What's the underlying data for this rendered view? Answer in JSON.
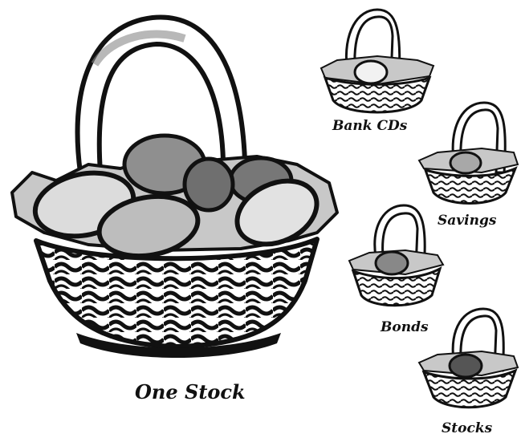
{
  "captions": {
    "big_basket": "One Stock",
    "basket_bank": "Bank CDs",
    "basket_savings": "Savings",
    "basket_bonds": "Bonds",
    "basket_stocks": "Stocks"
  },
  "colors": {
    "ink": "#111111",
    "egg_light": "#d9d9d9",
    "egg_mid": "#9a9a9a",
    "egg_dark": "#6b6b6b",
    "cloth": "#c8c8c8",
    "basket": "#ffffff"
  }
}
